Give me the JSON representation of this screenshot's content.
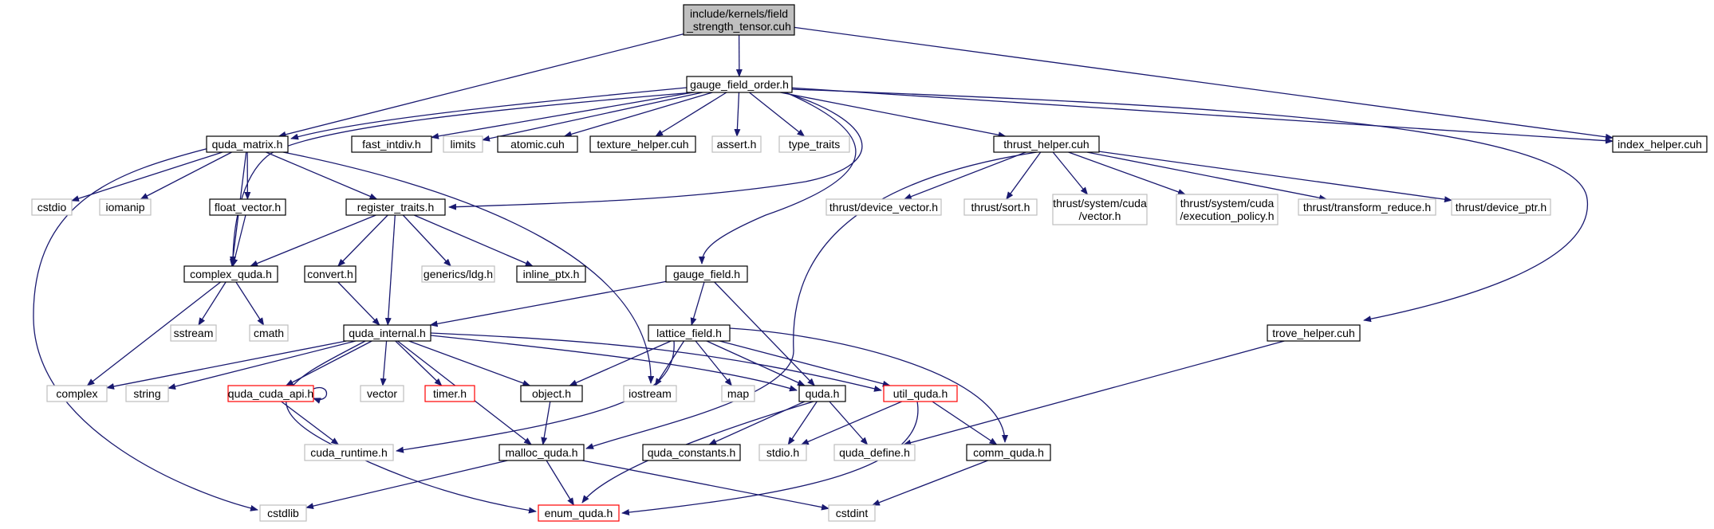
{
  "nodes": [
    {
      "id": "root",
      "lines": [
        "include/kernels/field",
        "_strength_tensor.cuh"
      ],
      "style": "root"
    },
    {
      "id": "gfo",
      "lines": [
        "gauge_field_order.h"
      ],
      "style": "doc"
    },
    {
      "id": "qmat",
      "lines": [
        "quda_matrix.h"
      ],
      "style": "doc"
    },
    {
      "id": "fint",
      "lines": [
        "fast_intdiv.h"
      ],
      "style": "doc"
    },
    {
      "id": "limits",
      "lines": [
        "limits"
      ],
      "style": "ext"
    },
    {
      "id": "atomic",
      "lines": [
        "atomic.cuh"
      ],
      "style": "doc"
    },
    {
      "id": "texh",
      "lines": [
        "texture_helper.cuh"
      ],
      "style": "doc"
    },
    {
      "id": "assert",
      "lines": [
        "assert.h"
      ],
      "style": "ext"
    },
    {
      "id": "ttraits",
      "lines": [
        "type_traits"
      ],
      "style": "ext"
    },
    {
      "id": "thrh",
      "lines": [
        "thrust_helper.cuh"
      ],
      "style": "doc"
    },
    {
      "id": "idxh",
      "lines": [
        "index_helper.cuh"
      ],
      "style": "doc"
    },
    {
      "id": "cstdio",
      "lines": [
        "cstdio"
      ],
      "style": "ext"
    },
    {
      "id": "iomanip",
      "lines": [
        "iomanip"
      ],
      "style": "ext"
    },
    {
      "id": "fvec",
      "lines": [
        "float_vector.h"
      ],
      "style": "doc"
    },
    {
      "id": "regt",
      "lines": [
        "register_traits.h"
      ],
      "style": "doc"
    },
    {
      "id": "tdv",
      "lines": [
        "thrust/device_vector.h"
      ],
      "style": "ext"
    },
    {
      "id": "tsort",
      "lines": [
        "thrust/sort.h"
      ],
      "style": "ext"
    },
    {
      "id": "tscv",
      "lines": [
        "thrust/system/cuda",
        "/vector.h"
      ],
      "style": "ext"
    },
    {
      "id": "tscep",
      "lines": [
        "thrust/system/cuda",
        "/execution_policy.h"
      ],
      "style": "ext"
    },
    {
      "id": "ttr",
      "lines": [
        "thrust/transform_reduce.h"
      ],
      "style": "ext"
    },
    {
      "id": "tdp",
      "lines": [
        "thrust/device_ptr.h"
      ],
      "style": "ext"
    },
    {
      "id": "cq",
      "lines": [
        "complex_quda.h"
      ],
      "style": "doc"
    },
    {
      "id": "conv",
      "lines": [
        "convert.h"
      ],
      "style": "doc"
    },
    {
      "id": "ldg",
      "lines": [
        "generics/ldg.h"
      ],
      "style": "ext"
    },
    {
      "id": "iptx",
      "lines": [
        "inline_ptx.h"
      ],
      "style": "doc"
    },
    {
      "id": "gf",
      "lines": [
        "gauge_field.h"
      ],
      "style": "doc"
    },
    {
      "id": "sstream",
      "lines": [
        "sstream"
      ],
      "style": "ext"
    },
    {
      "id": "cmath",
      "lines": [
        "cmath"
      ],
      "style": "ext"
    },
    {
      "id": "qint",
      "lines": [
        "quda_internal.h"
      ],
      "style": "doc"
    },
    {
      "id": "lf",
      "lines": [
        "lattice_field.h"
      ],
      "style": "doc"
    },
    {
      "id": "trove",
      "lines": [
        "trove_helper.cuh"
      ],
      "style": "doc"
    },
    {
      "id": "complex",
      "lines": [
        "complex"
      ],
      "style": "ext"
    },
    {
      "id": "string",
      "lines": [
        "string"
      ],
      "style": "ext"
    },
    {
      "id": "qca",
      "lines": [
        "quda_cuda_api.h"
      ],
      "style": "red"
    },
    {
      "id": "vector",
      "lines": [
        "vector"
      ],
      "style": "ext"
    },
    {
      "id": "timer",
      "lines": [
        "timer.h"
      ],
      "style": "red"
    },
    {
      "id": "obj",
      "lines": [
        "object.h"
      ],
      "style": "doc"
    },
    {
      "id": "iostream",
      "lines": [
        "iostream"
      ],
      "style": "ext"
    },
    {
      "id": "map",
      "lines": [
        "map"
      ],
      "style": "ext"
    },
    {
      "id": "quda",
      "lines": [
        "quda.h"
      ],
      "style": "doc"
    },
    {
      "id": "uq",
      "lines": [
        "util_quda.h"
      ],
      "style": "red"
    },
    {
      "id": "crt",
      "lines": [
        "cuda_runtime.h"
      ],
      "style": "ext"
    },
    {
      "id": "mq",
      "lines": [
        "malloc_quda.h"
      ],
      "style": "doc"
    },
    {
      "id": "qconst",
      "lines": [
        "quda_constants.h"
      ],
      "style": "doc"
    },
    {
      "id": "stdio",
      "lines": [
        "stdio.h"
      ],
      "style": "ext"
    },
    {
      "id": "qdef",
      "lines": [
        "quda_define.h"
      ],
      "style": "ext"
    },
    {
      "id": "comm",
      "lines": [
        "comm_quda.h"
      ],
      "style": "doc"
    },
    {
      "id": "cstdlib",
      "lines": [
        "cstdlib"
      ],
      "style": "ext"
    },
    {
      "id": "enum",
      "lines": [
        "enum_quda.h"
      ],
      "style": "red"
    },
    {
      "id": "cstdint",
      "lines": [
        "cstdint"
      ],
      "style": "ext"
    }
  ],
  "edges": [
    [
      "root",
      "gfo"
    ],
    [
      "root",
      "qmat"
    ],
    [
      "root",
      "idxh"
    ],
    [
      "gfo",
      "qmat"
    ],
    [
      "gfo",
      "fint"
    ],
    [
      "gfo",
      "limits"
    ],
    [
      "gfo",
      "atomic"
    ],
    [
      "gfo",
      "texh"
    ],
    [
      "gfo",
      "assert"
    ],
    [
      "gfo",
      "ttraits"
    ],
    [
      "gfo",
      "thrh"
    ],
    [
      "gfo",
      "idxh"
    ],
    [
      "gfo",
      "regt"
    ],
    [
      "gfo",
      "cq"
    ],
    [
      "gfo",
      "gf"
    ],
    [
      "gfo",
      "trove"
    ],
    [
      "qmat",
      "cstdio"
    ],
    [
      "qmat",
      "iomanip"
    ],
    [
      "qmat",
      "fvec"
    ],
    [
      "qmat",
      "regt"
    ],
    [
      "qmat",
      "cq"
    ],
    [
      "qmat",
      "iostream"
    ],
    [
      "qmat",
      "cstdlib"
    ],
    [
      "fvec",
      "cq"
    ],
    [
      "regt",
      "cq"
    ],
    [
      "regt",
      "conv"
    ],
    [
      "regt",
      "ldg"
    ],
    [
      "regt",
      "iptx"
    ],
    [
      "regt",
      "qint"
    ],
    [
      "thrh",
      "tdv"
    ],
    [
      "thrh",
      "tsort"
    ],
    [
      "thrh",
      "tscv"
    ],
    [
      "thrh",
      "tscep"
    ],
    [
      "thrh",
      "ttr"
    ],
    [
      "thrh",
      "tdp"
    ],
    [
      "thrh",
      "mq"
    ],
    [
      "cq",
      "sstream"
    ],
    [
      "cq",
      "cmath"
    ],
    [
      "cq",
      "complex"
    ],
    [
      "conv",
      "qint"
    ],
    [
      "gf",
      "qint"
    ],
    [
      "gf",
      "lf"
    ],
    [
      "gf",
      "quda"
    ],
    [
      "qint",
      "complex"
    ],
    [
      "qint",
      "string"
    ],
    [
      "qint",
      "qca"
    ],
    [
      "qint",
      "vector"
    ],
    [
      "qint",
      "timer"
    ],
    [
      "qint",
      "obj"
    ],
    [
      "qint",
      "quda"
    ],
    [
      "qint",
      "uq"
    ],
    [
      "qint",
      "mq"
    ],
    [
      "qint",
      "enum"
    ],
    [
      "lf",
      "obj"
    ],
    [
      "lf",
      "iostream"
    ],
    [
      "lf",
      "map"
    ],
    [
      "lf",
      "quda"
    ],
    [
      "lf",
      "uq"
    ],
    [
      "lf",
      "crt"
    ],
    [
      "lf",
      "comm"
    ],
    [
      "qca",
      "qca"
    ],
    [
      "qca",
      "crt"
    ],
    [
      "obj",
      "mq"
    ],
    [
      "quda",
      "qconst"
    ],
    [
      "quda",
      "stdio"
    ],
    [
      "quda",
      "qdef"
    ],
    [
      "quda",
      "enum"
    ],
    [
      "uq",
      "stdio"
    ],
    [
      "uq",
      "comm"
    ],
    [
      "uq",
      "enum"
    ],
    [
      "mq",
      "cstdlib"
    ],
    [
      "mq",
      "enum"
    ],
    [
      "mq",
      "cstdint"
    ],
    [
      "trove",
      "qdef"
    ],
    [
      "comm",
      "cstdint"
    ]
  ],
  "colors": {
    "edge": "#191970",
    "doc_border": "#000000",
    "ext_border": "#bfbfbf",
    "red_border": "#ff0000",
    "root_fill": "#bfbfbf",
    "text": "#000000",
    "background": "#ffffff"
  }
}
